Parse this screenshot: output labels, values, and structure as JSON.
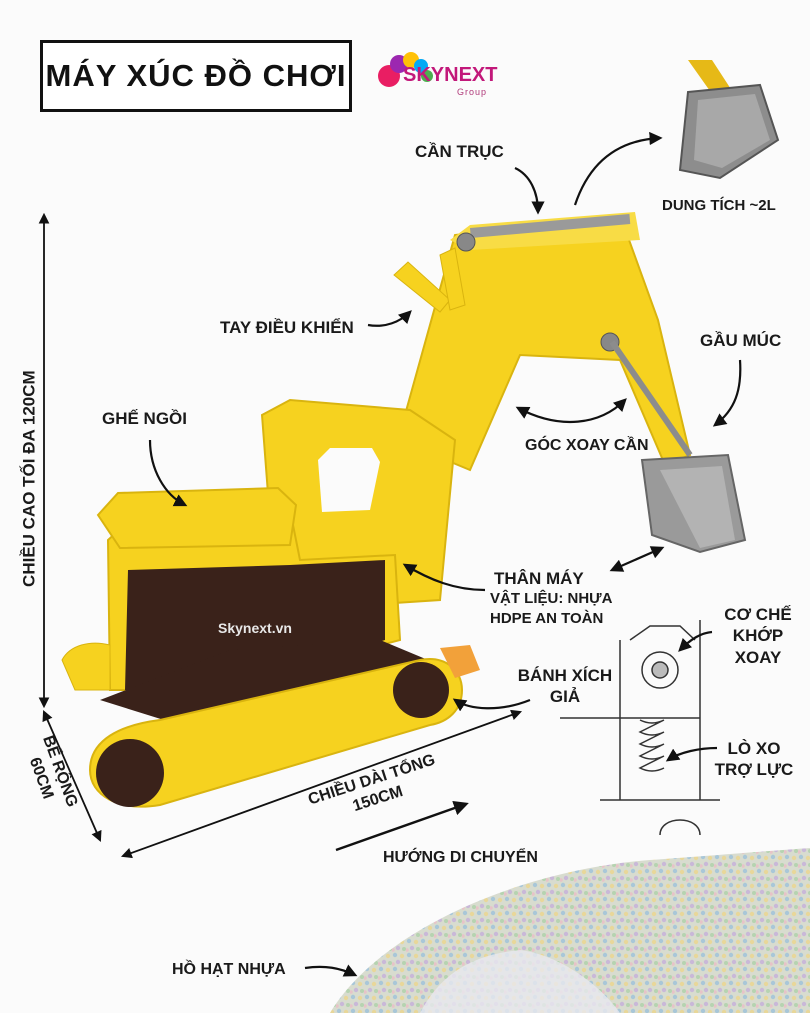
{
  "title": "MÁY XÚC ĐỒ CHƠI",
  "logo": {
    "word": "SKYNEXT",
    "sub": "Group"
  },
  "watermark": "Skynext.vn",
  "labels": {
    "boom": "CẦN TRỤC",
    "bucket_capacity": "DUNG TÍCH ~2L",
    "control_lever": "TAY ĐIỀU KHIỂN",
    "bucket": "GẦU MÚC",
    "seat": "GHẾ NGỒI",
    "arm_rotation": "GÓC XOAY CẦN",
    "body_line1": "THÂN MÁY",
    "body_line2": "VẬT LIỆU: NHỰA",
    "body_line3": "HDPE  AN TOÀN",
    "joint_line1": "CƠ CHẾ",
    "joint_line2": "KHỚP",
    "joint_line3": "XOAY",
    "tracks_line1": "BÁNH XÍCH",
    "tracks_line2": "GIẢ",
    "spring_line1": "LÒ XO",
    "spring_line2": "TRỢ LỰC",
    "height": "CHIỀU CAO TỐI ĐA 120CM",
    "width_line1": "BỂ RỘNG",
    "width_line2": "60CM",
    "length_line1": "CHIỀU DÀI TỔNG",
    "length_line2": "150CM",
    "direction": "HƯỚNG DI CHUYỂN",
    "pit": "HỒ HẠT NHỰA"
  },
  "colors": {
    "body_yellow": "#f6d21f",
    "panel_brown": "#3a221a",
    "bucket_grey": "#9a9a9a",
    "logo_pink": "#c2187a"
  }
}
